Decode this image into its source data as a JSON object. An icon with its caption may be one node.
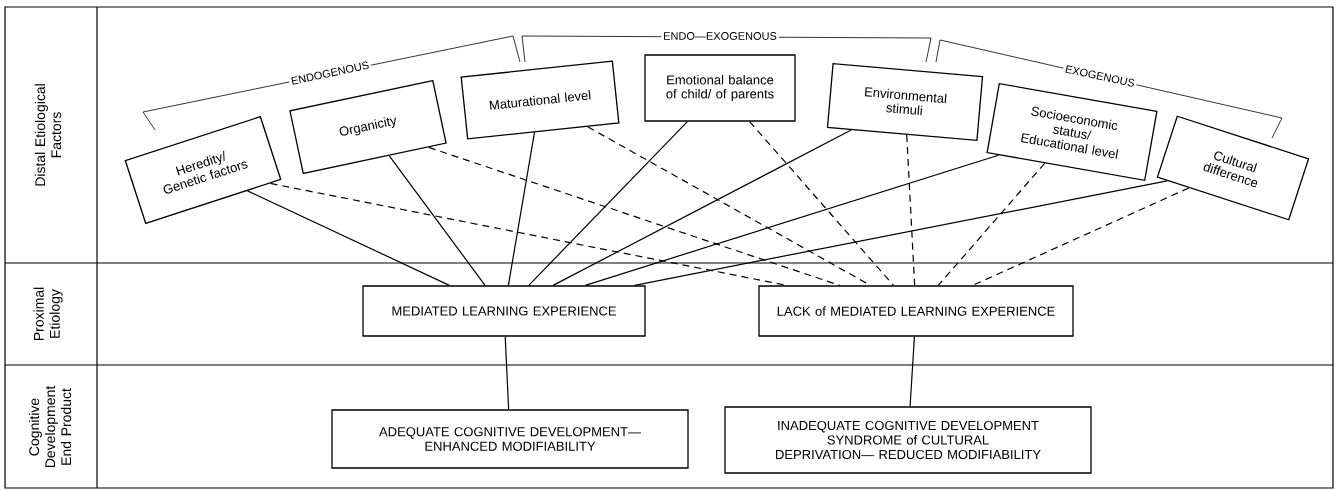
{
  "diagram": {
    "nodes": [
      {
        "text": [
          "Heredity/ Genetic factors"
        ]
      },
      {
        "text": [
          "Organicity"
        ]
      },
      {
        "text": [
          "Maturational level"
        ]
      },
      {
        "text": [
          "Emotional balance of child/ of parents"
        ]
      },
      {
        "text": [
          "Environmental stimuli"
        ]
      },
      {
        "text": [
          "Socioeconomic status/ Educational level"
        ]
      },
      {
        "text": [
          "Cultural difference"
        ]
      },
      {
        "text": [
          "MEDIATED LEARNING EXPERIENCE"
        ]
      },
      {
        "text": [
          "LACK of MEDIATED LEARNING EXPERIENCE"
        ]
      },
      {
        "text": [
          "ADEQUATE COGNITIVE DEVELOPMENT— ENHANCED MODIFIABILITY"
        ]
      },
      {
        "text": [
          "INADEQUATE COGNITIVE DEVELOPMENT SYNDROME of CULTURAL DEPRIVATION— REDUCED MODIFIABILITY"
        ]
      }
    ],
    "edges": [
      {
        "from": 0,
        "to": 7,
        "arrow": "none"
      },
      {
        "from": 0,
        "to": 8,
        "arrow": "none",
        "style": "dashed"
      },
      {
        "from": 1,
        "to": 7,
        "arrow": "none"
      },
      {
        "from": 1,
        "to": 8,
        "arrow": "none",
        "style": "dashed"
      },
      {
        "from": 2,
        "to": 7,
        "arrow": "none"
      },
      {
        "from": 2,
        "to": 8,
        "arrow": "none",
        "style": "dashed"
      },
      {
        "from": 3,
        "to": 7,
        "arrow": "none"
      },
      {
        "from": 3,
        "to": 8,
        "arrow": "none",
        "style": "dashed"
      },
      {
        "from": 4,
        "to": 7,
        "arrow": "none"
      },
      {
        "from": 4,
        "to": 8,
        "arrow": "none",
        "style": "dashed"
      },
      {
        "from": 5,
        "to": 7,
        "arrow": "none"
      },
      {
        "from": 5,
        "to": 8,
        "arrow": "none",
        "style": "dashed"
      },
      {
        "from": 6,
        "to": 7,
        "arrow": "none"
      },
      {
        "from": 6,
        "to": 8,
        "arrow": "none",
        "style": "dashed"
      },
      {
        "from": 7,
        "to": 9,
        "arrow": "none"
      },
      {
        "from": 8,
        "to": 10,
        "arrow": "none"
      }
    ],
    "labels": [
      "Distal Etiological Factors",
      "Proximal Etiology",
      "Cognitive Development End Product",
      "ENDOGENOUS",
      "ENDO—EXOGENOUS",
      "EXOGENOUS"
    ]
  }
}
